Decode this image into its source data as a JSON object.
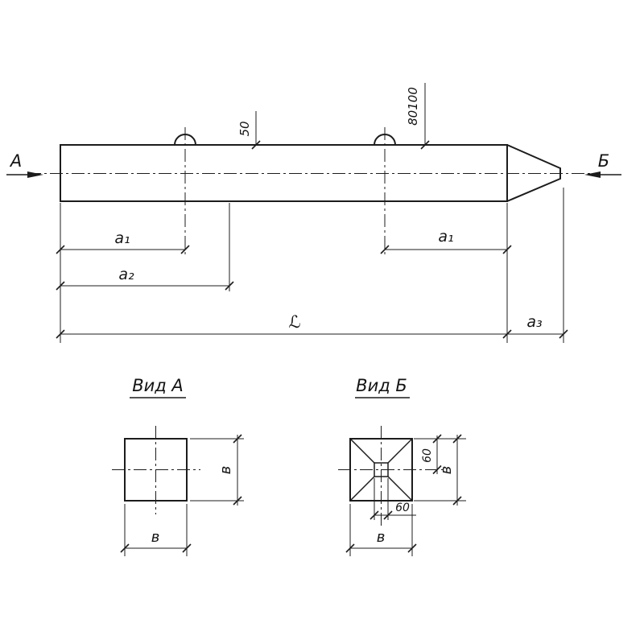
{
  "main_view": {
    "section_label_left": "А",
    "section_label_right": "Б",
    "dim_50": "50",
    "dim_80_100": "80100",
    "dim_a1_left": "а₁",
    "dim_a1_right": "а₁",
    "dim_a2": "а₂",
    "dim_length": "ℒ",
    "dim_a3": "а₃"
  },
  "view_a": {
    "title": "Вид А",
    "dim_side": "в",
    "dim_bottom": "в"
  },
  "view_b": {
    "title": "Вид Б",
    "dim_60_side": "60",
    "dim_side": "в",
    "dim_60_bottom": "60",
    "dim_bottom": "в"
  }
}
